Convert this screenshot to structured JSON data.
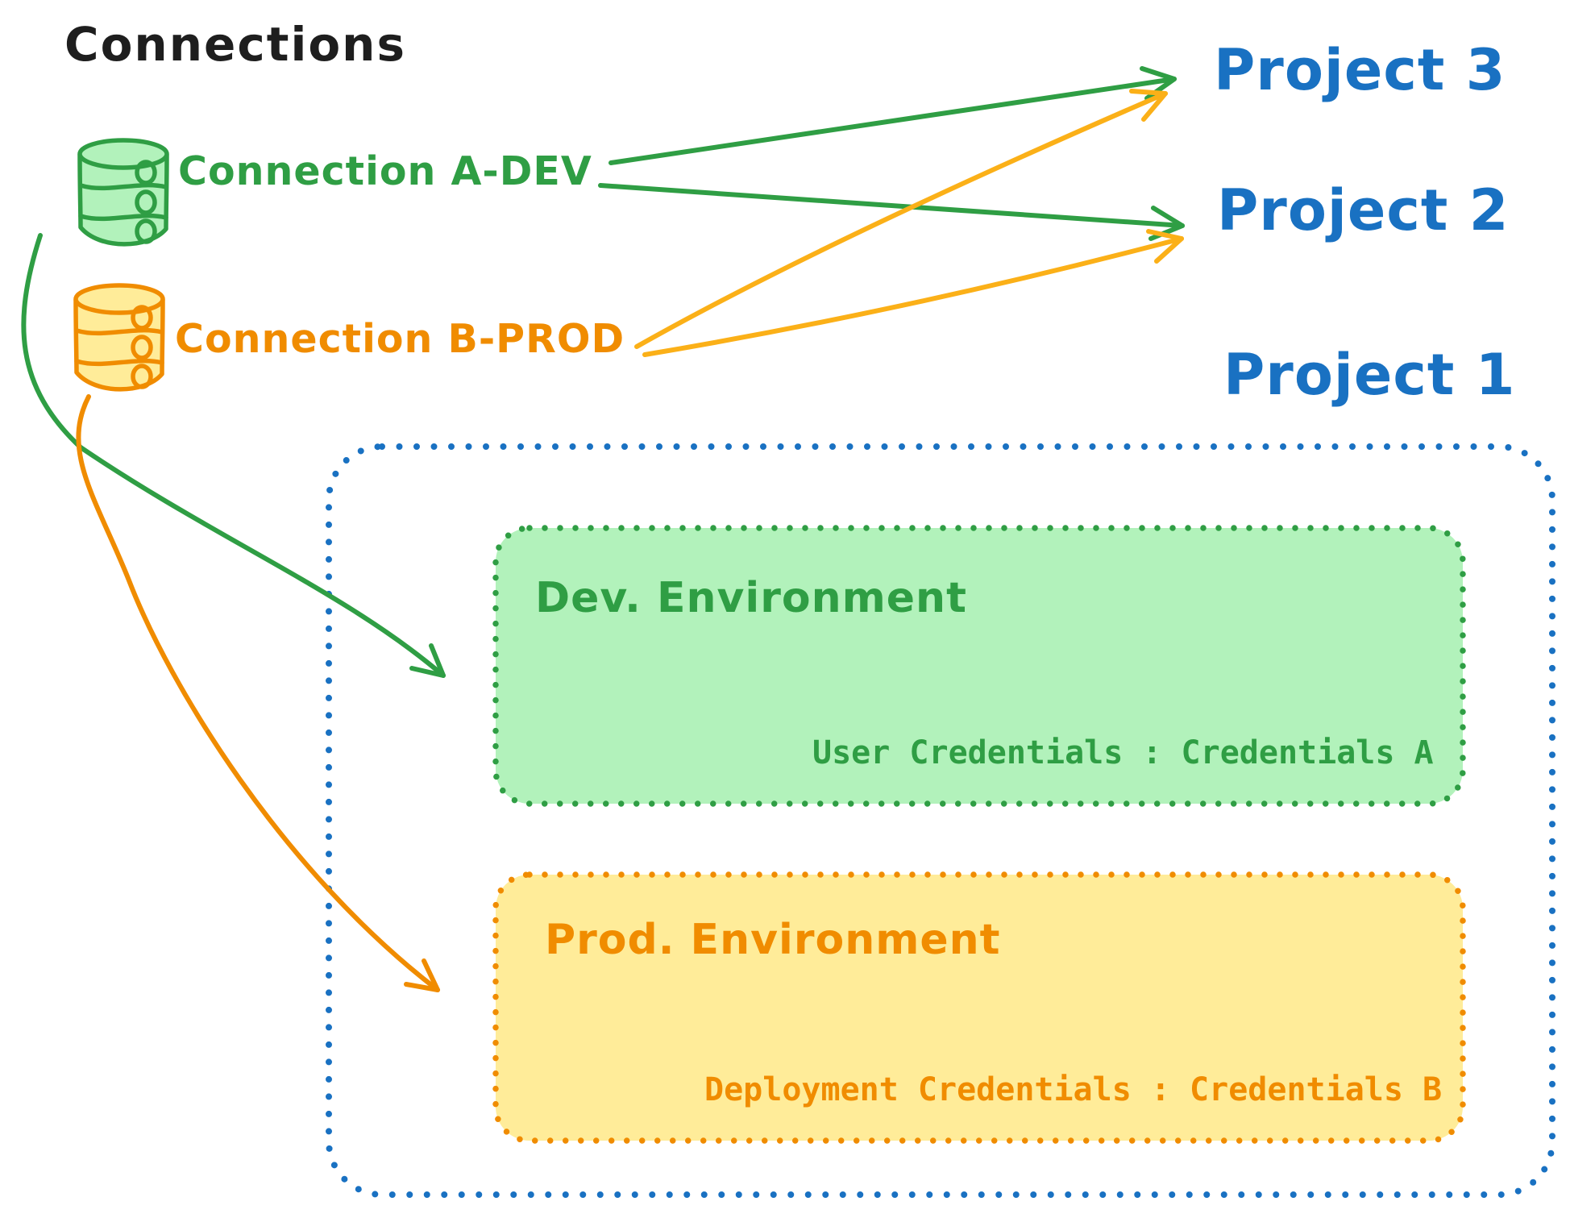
{
  "title": "Connections",
  "connections": [
    {
      "id": "connection-a-dev",
      "label": "Connection A-DEV",
      "color": "#2f9e44",
      "fill": "#b2f2bb"
    },
    {
      "id": "connection-b-prod",
      "label": "Connection B-PROD",
      "color": "#f08c00",
      "fill": "#ffec99"
    }
  ],
  "projects": [
    {
      "label": "Project 3"
    },
    {
      "label": "Project 2"
    },
    {
      "label": "Project 1"
    }
  ],
  "project1_detail": {
    "environments": [
      {
        "title": "Dev. Environment",
        "credentials": "User Credentials : Credentials A",
        "color": "#2f9e44",
        "fill": "#b2f2bb"
      },
      {
        "title": "Prod. Environment",
        "credentials": "Deployment Credentials : Credentials B",
        "color": "#f08c00",
        "fill": "#ffec99"
      }
    ]
  },
  "edges": [
    {
      "from": "Connection A-DEV",
      "to": "Project 3"
    },
    {
      "from": "Connection A-DEV",
      "to": "Project 2"
    },
    {
      "from": "Connection A-DEV",
      "to": "Project 1 Dev. Environment"
    },
    {
      "from": "Connection B-PROD",
      "to": "Project 3"
    },
    {
      "from": "Connection B-PROD",
      "to": "Project 2"
    },
    {
      "from": "Connection B-PROD",
      "to": "Project 1 Prod. Environment"
    }
  ],
  "colors": {
    "ink": "#1e1e1e",
    "green": "#2f9e44",
    "green_fill": "#b2f2bb",
    "orange": "#f08c00",
    "orange_arrow": "#fbb018",
    "orange_fill": "#ffec99",
    "blue": "#1971c2",
    "background": "#ffffff"
  }
}
